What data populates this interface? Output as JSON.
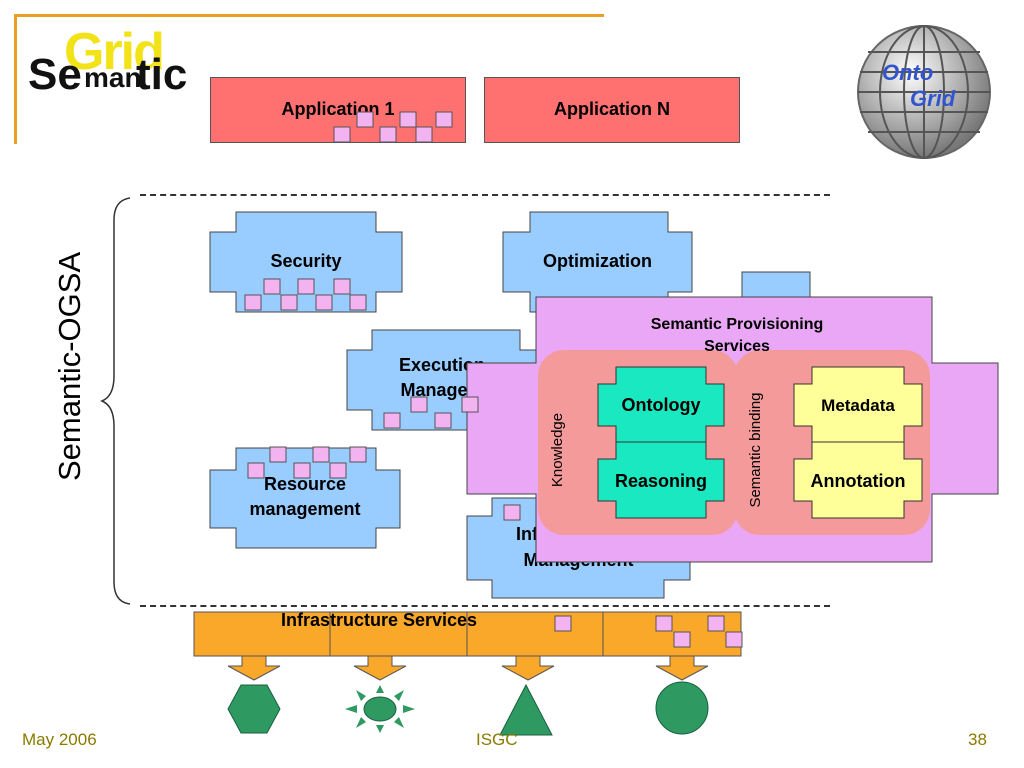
{
  "logo": {
    "prefix": "Se",
    "middle": "man",
    "suffix": "tic",
    "overlay": "Grid"
  },
  "onto_logo": {
    "line1": "Onto",
    "line2": "Grid"
  },
  "applications": [
    "Application 1",
    "Application N"
  ],
  "brace_label": "Semantic-OGSA",
  "services": {
    "security": "Security",
    "optimization": "Optimization",
    "execution_1": "Execution",
    "execution_2": "Managem",
    "resource_1": "Resource",
    "resource_2": "management",
    "info_1": "Inf",
    "info_2": "Management"
  },
  "provisioning": {
    "title_1": "Semantic Provisioning",
    "title_2": "Services",
    "knowledge": "Knowledge",
    "semantic_binding": "Semantic binding",
    "ontology": "Ontology",
    "reasoning": "Reasoning",
    "metadata": "Metadata",
    "annotation": "Annotation"
  },
  "infrastructure": "Infrastructure Services",
  "footer": {
    "date": "May 2006",
    "center": "ISGC",
    "page": "38"
  },
  "colors": {
    "accent_orange": "#e8a020",
    "app_red": "#ff7070",
    "service_blue": "#99ccff",
    "provision_purple": "#e9a7f5",
    "knowledge_pink": "#f59a9a",
    "ontology_teal": "#19e8c0",
    "metadata_yellow": "#ffff99",
    "infra_orange": "#f9a829",
    "shape_green": "#2e9960"
  }
}
